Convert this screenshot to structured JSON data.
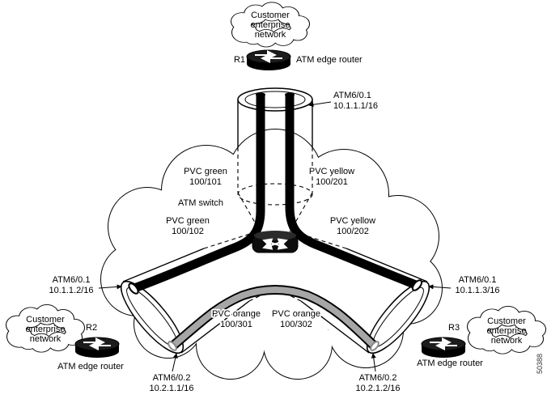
{
  "figure": {
    "number": "50388"
  },
  "colors": {
    "pvc_dark": "#000000",
    "pvc_orange": "#a6a6a6",
    "line": "#000000",
    "background": "#ffffff"
  },
  "clouds": {
    "top": {
      "lines": [
        "Customer",
        "enterprise",
        "network"
      ]
    },
    "left": {
      "lines": [
        "Customer",
        "enterprise",
        "network"
      ]
    },
    "right": {
      "lines": [
        "Customer",
        "enterprise",
        "network"
      ]
    }
  },
  "atm_switch": {
    "label": "ATM switch"
  },
  "routers": {
    "r1": {
      "name": "R1",
      "label": "ATM edge router"
    },
    "r2": {
      "name": "R2",
      "label": "ATM edge router"
    },
    "r3": {
      "name": "R3",
      "label": "ATM edge router"
    }
  },
  "interfaces": {
    "r1": {
      "port": "ATM6/0.1",
      "ip": "10.1.1.1/16"
    },
    "r2_upper": {
      "port": "ATM6/0.1",
      "ip": "10.1.1.2/16"
    },
    "r2_lower": {
      "port": "ATM6/0.2",
      "ip": "10.2.1.1/16"
    },
    "r3_upper": {
      "port": "ATM6/0.1",
      "ip": "10.1.1.3/16"
    },
    "r3_lower": {
      "port": "ATM6/0.2",
      "ip": "10.2.1.2/16"
    }
  },
  "pvcs": {
    "green_upper": {
      "name": "PVC green",
      "vc": "100/101"
    },
    "yellow_upper": {
      "name": "PVC yellow",
      "vc": "100/201"
    },
    "green_lower": {
      "name": "PVC green",
      "vc": "100/102"
    },
    "yellow_lower": {
      "name": "PVC yellow",
      "vc": "100/202"
    },
    "orange_left": {
      "name": "PVC orange",
      "vc": "100/301"
    },
    "orange_right": {
      "name": "PVC orange",
      "vc": "100/302"
    }
  }
}
